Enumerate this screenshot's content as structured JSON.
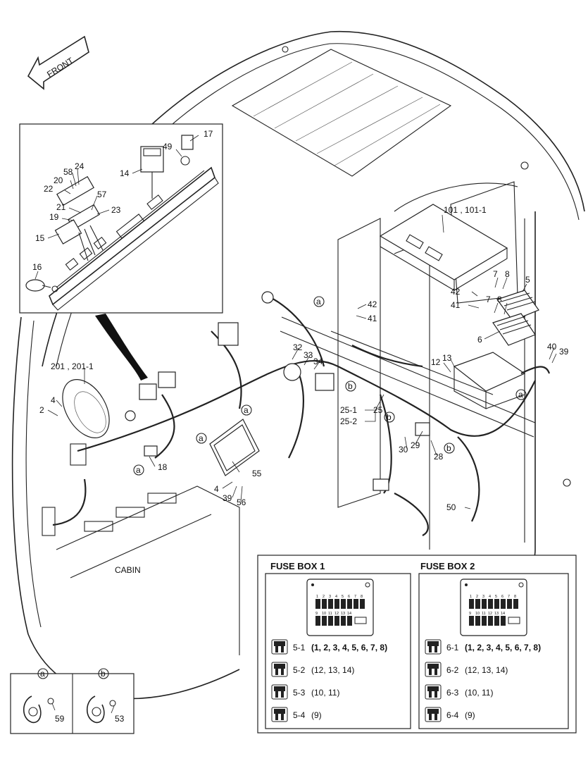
{
  "arrow": {
    "label": "FRONT"
  },
  "cabin_label": "CABIN",
  "callouts": {
    "c101": "101 , 101-1",
    "c201": "201 , 201-1",
    "c7a": "7",
    "c8a": "8",
    "c5": "5",
    "c42a": "42",
    "c41a": "41",
    "c7b": "7",
    "c8b": "8",
    "c42b": "42",
    "c41b": "41",
    "c6": "6",
    "c13": "13",
    "c12": "12",
    "c40": "40",
    "c39a": "39",
    "c32": "32",
    "c33": "33",
    "c34": "34",
    "c25a": "25-1",
    "c25b": "25-2",
    "c25": "25",
    "c30": "30",
    "c29": "29",
    "c28": "28",
    "c4a": "4",
    "c2": "2",
    "c18": "18",
    "c55": "55",
    "c4b": "4",
    "c39b": "39",
    "c56": "56",
    "c50": "50",
    "c17": "17",
    "c49": "49",
    "c14": "14",
    "c24": "24",
    "c58": "58",
    "c20": "20",
    "c22": "22",
    "c21": "21",
    "c57": "57",
    "c19": "19",
    "c23": "23",
    "c15": "15",
    "c16": "16",
    "c59": "59",
    "c53": "53"
  },
  "markers": {
    "a": "a",
    "b": "b"
  },
  "fuse_box_1": {
    "title": "FUSE BOX 1",
    "top_numbers": [
      "1",
      "2",
      "3",
      "4",
      "5",
      "6",
      "7",
      "8"
    ],
    "bottom_numbers": [
      "9",
      "10",
      "11",
      "12",
      "13",
      "14"
    ],
    "legend": [
      {
        "code": "5-1",
        "desc": "(1, 2, 3, 4, 5, 6, 7, 8)"
      },
      {
        "code": "5-2",
        "desc": "(12, 13, 14)"
      },
      {
        "code": "5-3",
        "desc": "(10, 11)"
      },
      {
        "code": "5-4",
        "desc": "(9)"
      }
    ]
  },
  "fuse_box_2": {
    "title": "FUSE BOX 2",
    "top_numbers": [
      "1",
      "2",
      "3",
      "4",
      "5",
      "6",
      "7",
      "8"
    ],
    "bottom_numbers": [
      "9",
      "10",
      "11",
      "12",
      "13",
      "14"
    ],
    "legend": [
      {
        "code": "6-1",
        "desc": "(1, 2, 3, 4, 5, 6, 7, 8)"
      },
      {
        "code": "6-2",
        "desc": "(12, 13, 14)"
      },
      {
        "code": "6-3",
        "desc": "(10, 11)"
      },
      {
        "code": "6-4",
        "desc": "(9)"
      }
    ]
  }
}
